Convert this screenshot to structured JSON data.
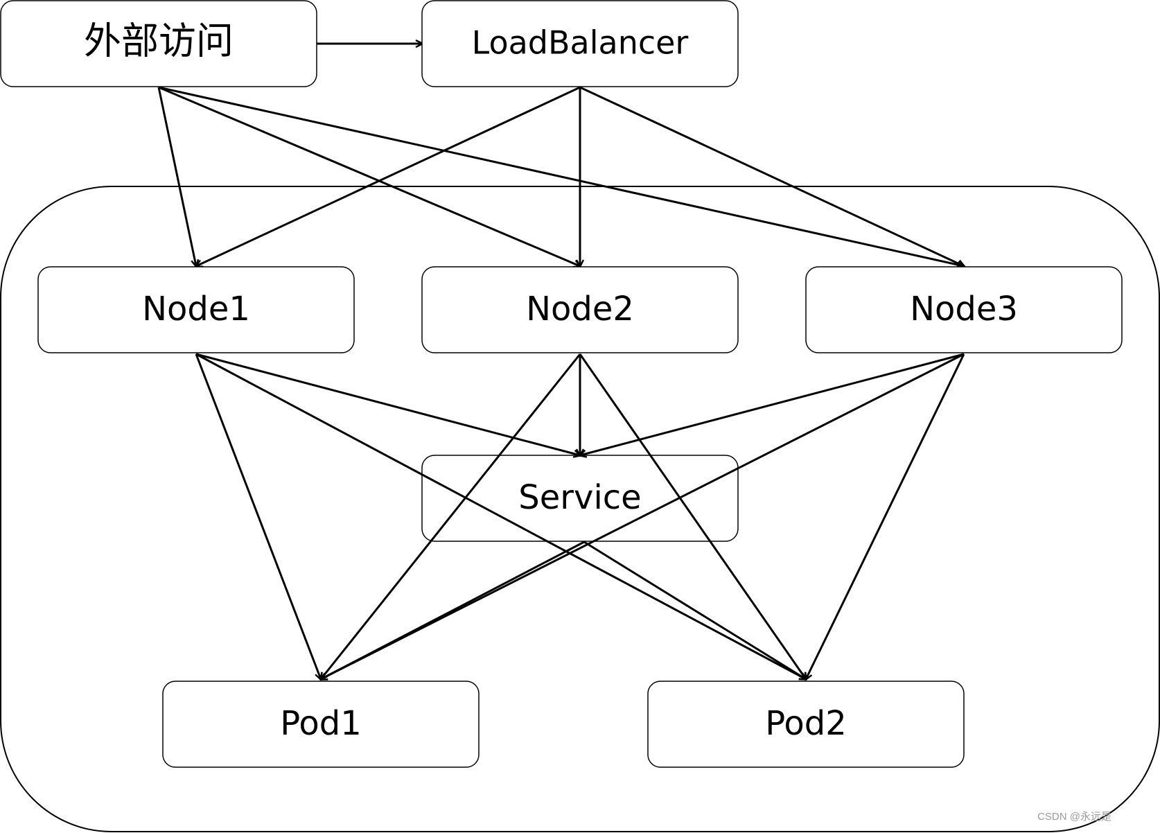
{
  "diagram": {
    "nodes": {
      "external": "外部访问",
      "loadbalancer": "LoadBalancer",
      "node1": "Node1",
      "node2": "Node2",
      "node3": "Node3",
      "service": "Service",
      "pod1": "Pod1",
      "pod2": "Pod2"
    },
    "edges": [
      {
        "from": "external",
        "to": "loadbalancer"
      },
      {
        "from": "external",
        "to": "node1"
      },
      {
        "from": "external",
        "to": "node2"
      },
      {
        "from": "external",
        "to": "node3"
      },
      {
        "from": "loadbalancer",
        "to": "node1"
      },
      {
        "from": "loadbalancer",
        "to": "node2"
      },
      {
        "from": "loadbalancer",
        "to": "node3"
      },
      {
        "from": "node1",
        "to": "service"
      },
      {
        "from": "node2",
        "to": "service"
      },
      {
        "from": "node3",
        "to": "service"
      },
      {
        "from": "node1",
        "to": "pod1"
      },
      {
        "from": "node1",
        "to": "pod2"
      },
      {
        "from": "node2",
        "to": "pod1"
      },
      {
        "from": "node2",
        "to": "pod2"
      },
      {
        "from": "node3",
        "to": "pod1"
      },
      {
        "from": "node3",
        "to": "pod2"
      },
      {
        "from": "service",
        "to": "pod1"
      },
      {
        "from": "service",
        "to": "pod2"
      }
    ]
  },
  "watermark": "CSDN @永远是"
}
